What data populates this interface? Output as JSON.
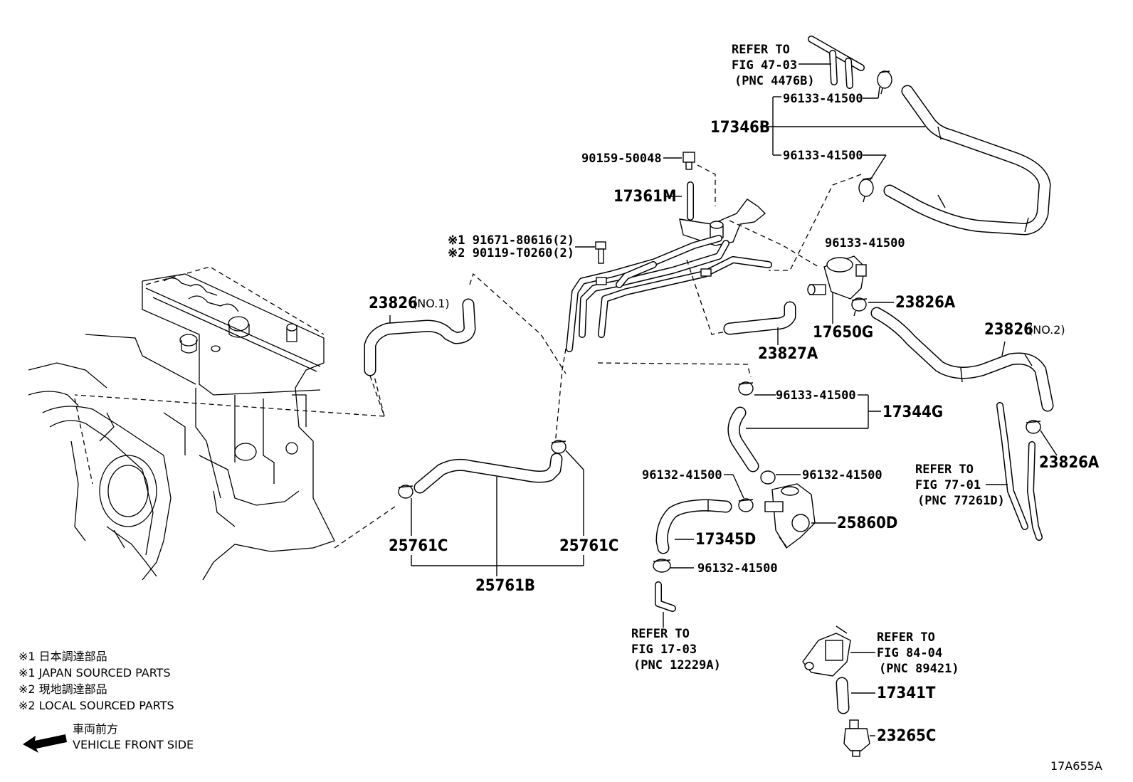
{
  "labels": {
    "p17346B": "17346B",
    "p96133_a": "96133-41500",
    "p96133_b": "96133-41500",
    "p96133_c": "96133-41500",
    "p96133_d": "96133-41500",
    "p90159": "90159-50048",
    "p17361M": "17361M",
    "p23826_no1": "23826",
    "no1": "(NO.1)",
    "p23826_no2": "23826",
    "no2": "(NO.2)",
    "p23826A_a": "23826A",
    "p23826A_b": "23826A",
    "p17650G": "17650G",
    "p23827A": "23827A",
    "p17344G": "17344G",
    "p96132_a": "96132-41500",
    "p96132_b": "96132-41500",
    "p96132_c": "96132-41500",
    "p25860D": "25860D",
    "p17345D": "17345D",
    "p25761C_a": "25761C",
    "p25761C_b": "25761C",
    "p25761B": "25761B",
    "p17341T": "17341T",
    "p23265C": "23265C",
    "bolt1": "※1 91671-80616(2)",
    "bolt2": "※2 90119-T0260(2)"
  },
  "references": {
    "fig4703": [
      "REFER TO",
      "FIG 47-03",
      "(PNC 4476B)"
    ],
    "fig7701": [
      "REFER TO",
      "FIG 77-01",
      "(PNC 77261D)"
    ],
    "fig1703": [
      "REFER TO",
      "FIG 17-03",
      "(PNC 12229A)"
    ],
    "fig8404": [
      "REFER TO",
      "FIG 84-04",
      "(PNC 89421)"
    ]
  },
  "legend": {
    "line1": "※1 日本調達部品",
    "line2": "※1 JAPAN SOURCED PARTS",
    "line3": "※2 現地調達部品",
    "line4": "※2 LOCAL SOURCED PARTS",
    "front_jp": "車両前方",
    "front_en": "VEHICLE FRONT SIDE"
  },
  "figure_code": "17A655A"
}
